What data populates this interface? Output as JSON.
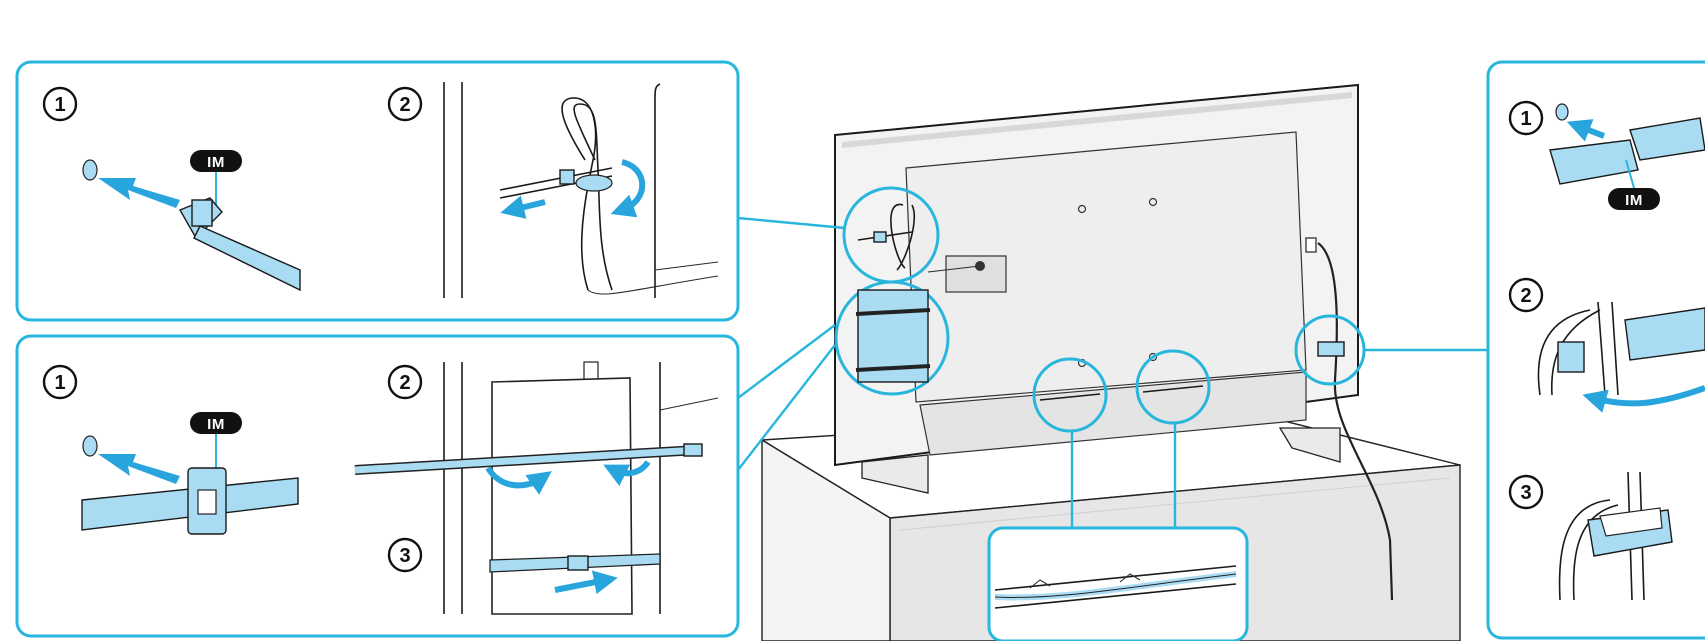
{
  "steps": {
    "s1": "1",
    "s2": "2",
    "s3": "3"
  },
  "tags": {
    "im": "IM"
  },
  "colors": {
    "accent": "#29b6dd",
    "part_fill": "#a9dcf3",
    "line": "#1a1a1a"
  },
  "icons": [
    "hole-icon",
    "push-arrow-icon",
    "curved-arrow-icon",
    "cable-tie-icon",
    "cable-holder-icon"
  ]
}
